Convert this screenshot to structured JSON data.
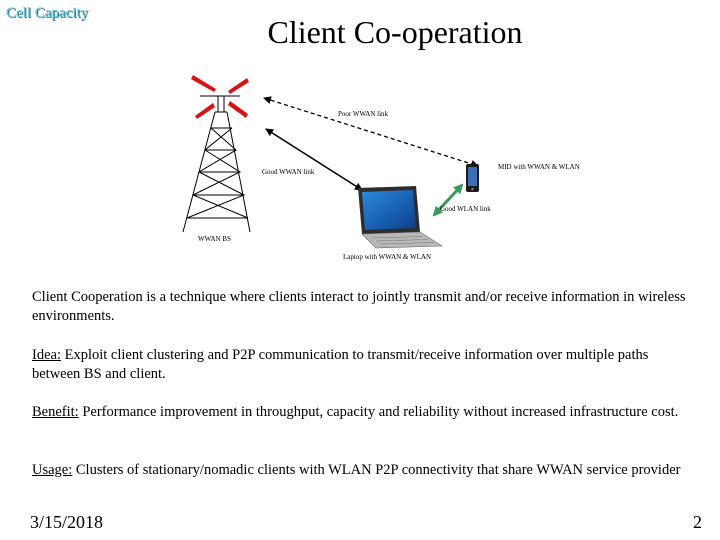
{
  "header": {
    "section": "Cell Capacity",
    "title": "Client Co-operation"
  },
  "diagram": {
    "labels": {
      "poor_link": "Poor WWAN link",
      "mid": "MID with WWAN & WLAN",
      "good_wwan": "Good WWAN link",
      "good_wlan": "Good WLAN link",
      "bs": "WWAN BS",
      "laptop": "Laptop with WWAN & WLAN"
    },
    "colors": {
      "wlan_link": "#3a9a5a",
      "antenna": "#dd1111",
      "laptop_screen": "#1f6fd0"
    }
  },
  "body": {
    "intro": "Client Cooperation is a technique where clients interact to jointly transmit and/or receive information in wireless environments.",
    "idea_label": "Idea:",
    "idea_text": " Exploit client clustering and P2P communication to transmit/receive information over multiple paths between BS and client.",
    "benefit_label": "Benefit:",
    "benefit_text": " Performance improvement in throughput, capacity and reliability without increased infrastructure cost.",
    "usage_label": "Usage:",
    "usage_text": " Clusters of stationary/nomadic clients with WLAN P2P connectivity that share WWAN service provider"
  },
  "footer": {
    "date": "3/15/2018",
    "page": "2"
  }
}
